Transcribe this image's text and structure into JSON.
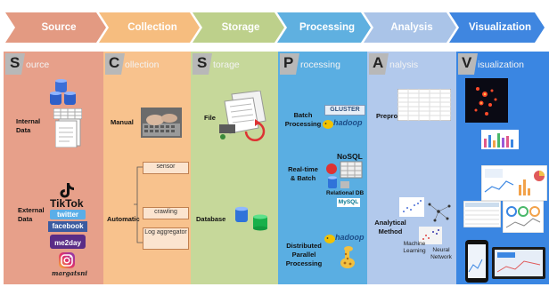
{
  "header": {
    "stages": [
      {
        "label": "Source",
        "color": "#e39a82"
      },
      {
        "label": "Collection",
        "color": "#f6bd7f"
      },
      {
        "label": "Storage",
        "color": "#bdd08b"
      },
      {
        "label": "Processing",
        "color": "#5fb0e0"
      },
      {
        "label": "Analysis",
        "color": "#aac4e8"
      },
      {
        "label": "Visualization",
        "color": "#3f86e0"
      }
    ]
  },
  "phases": {
    "source": {
      "letter": "S",
      "rest": "ource"
    },
    "collection": {
      "letter": "C",
      "rest": "ollection"
    },
    "storage": {
      "letter": "S",
      "rest": "torage"
    },
    "processing": {
      "letter": "P",
      "rest": "rocessing"
    },
    "analysis": {
      "letter": "A",
      "rest": "nalysis"
    },
    "visualization": {
      "letter": "V",
      "rest": "isualization"
    }
  },
  "source": {
    "internal_data": "Internal Data",
    "external_data": "External Data",
    "logos": {
      "tiktok": "TikTok",
      "twitter": "twitter",
      "facebook": "facebook",
      "me2day": "me2day",
      "margatsni": "margatsni"
    }
  },
  "collection": {
    "manual": "Manual",
    "automatic": "Automatic",
    "methods": [
      "sensor",
      "crawling",
      "Log aggregator"
    ]
  },
  "storage": {
    "file": "File",
    "database": "Database"
  },
  "processing": {
    "batch": "Batch Processing",
    "realtime": "Real-time & Batch",
    "distributed": "Distributed Parallel Processing",
    "gluster": "GLUSTER",
    "hadoop": "hadoop",
    "nosql": "NoSQL",
    "relational_db": "Relational DB",
    "mysql": "MySQL"
  },
  "analysis": {
    "preprocessing": "Preprocessing",
    "analytical_method": "Analytical Method",
    "machine_learning": "Machine Learning",
    "neural_network": "Neural Network"
  },
  "colors": {
    "source_bg": "#e7a08a",
    "collection_bg": "#f8c28d",
    "storage_bg": "#c6d89a",
    "processing_bg": "#5aaee2",
    "analysis_bg": "#b2c9ec",
    "visualization_bg": "#3a86e2",
    "gray_tab": "#b8b8b8"
  }
}
